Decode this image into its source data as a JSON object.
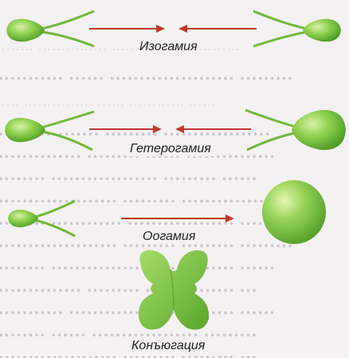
{
  "labels": {
    "isogamy": "Изогамия",
    "heterogamy": "Гетерогамия",
    "oogamy": "Оогамия",
    "conjugation": "Конъюгация"
  },
  "colors": {
    "cell": "#7ccb3d",
    "flagella": "#6fb83a",
    "arrow": "#c0392b"
  }
}
